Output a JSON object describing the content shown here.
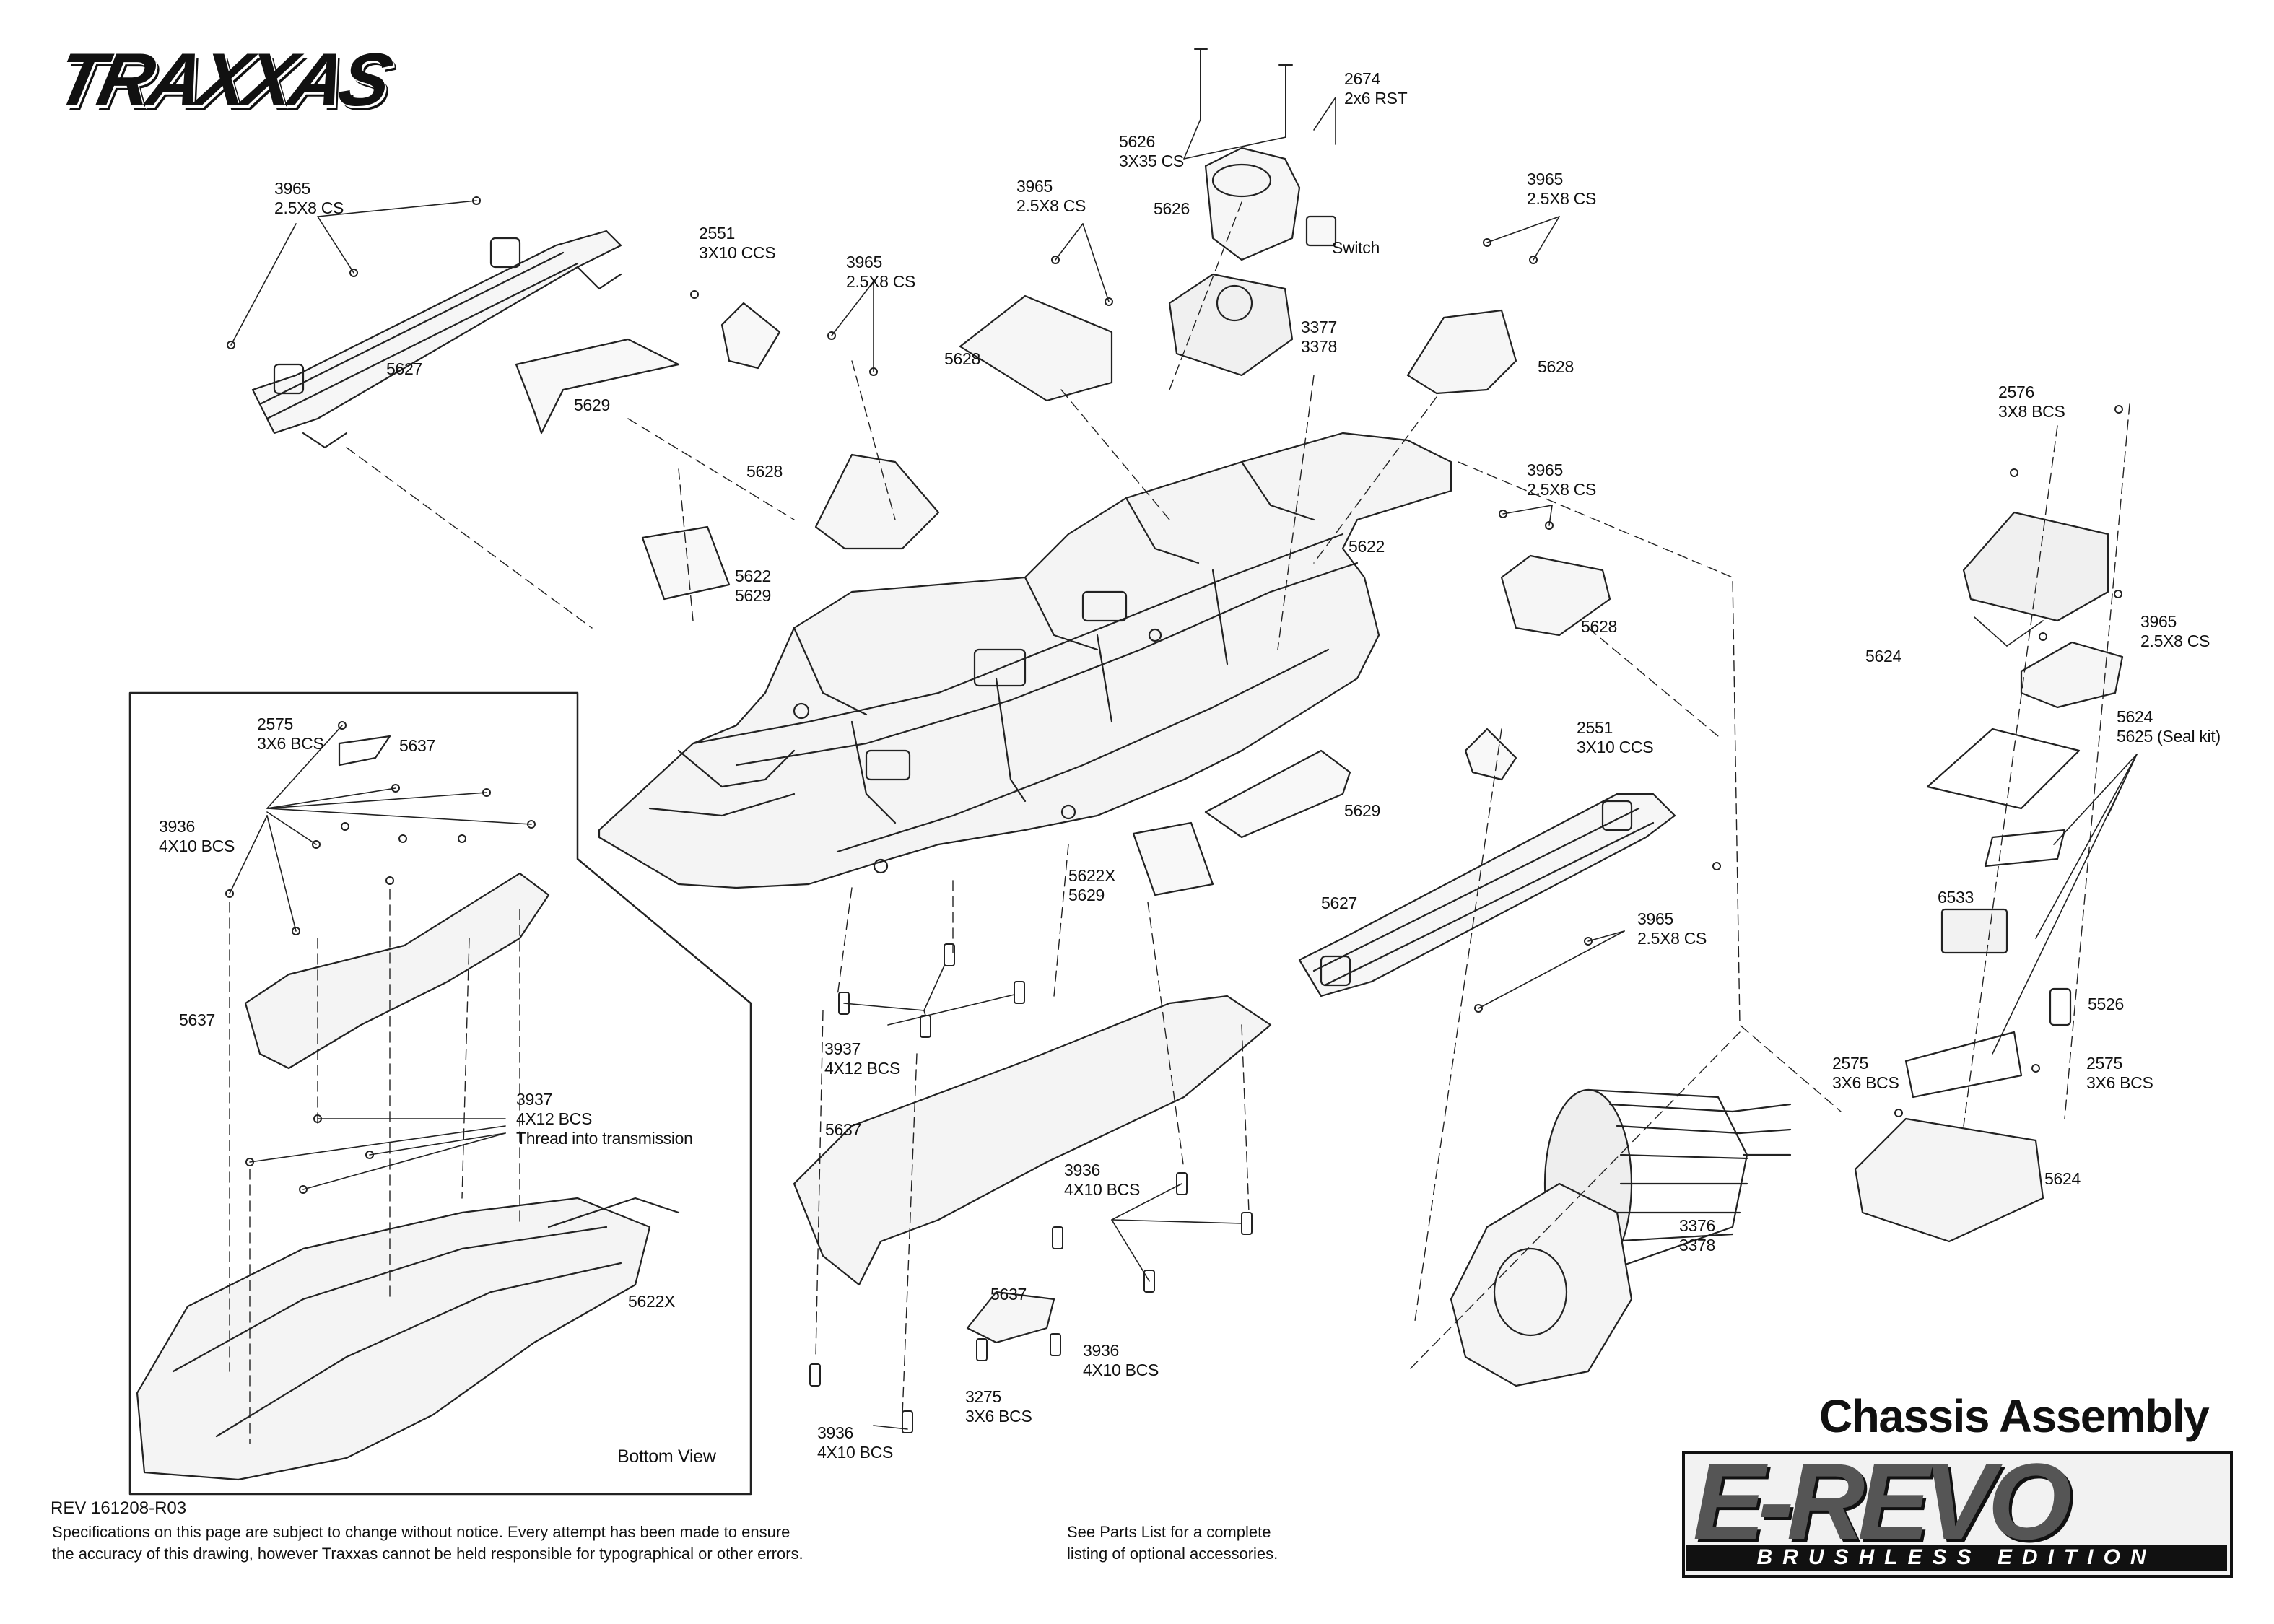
{
  "brand": {
    "logo": "TRAXXAS",
    "title": "Chassis Assembly",
    "model_main": "E-REVO",
    "model_sub": "BRUSHLESS EDITION"
  },
  "footer": {
    "rev": "REV 161208-R03",
    "disclaimer_1": "Specifications on this page are subject to change without notice.  Every attempt has been made to ensure",
    "disclaimer_2": "the accuracy of this drawing, however Traxxas cannot be held responsible for typographical or other errors.",
    "parts_note_1": "See Parts List for a complete",
    "parts_note_2": "listing of optional accessories."
  },
  "inset": {
    "caption": "Bottom View"
  },
  "labels": [
    {
      "id": "l-3965-a",
      "lines": [
        "3965",
        "2.5X8 CS"
      ]
    },
    {
      "id": "l-5627-a",
      "lines": [
        "5627"
      ]
    },
    {
      "id": "l-2551-a",
      "lines": [
        "2551",
        "3X10 CCS"
      ]
    },
    {
      "id": "l-5629-a",
      "lines": [
        "5629"
      ]
    },
    {
      "id": "l-3965-b",
      "lines": [
        "3965",
        "2.5X8 CS"
      ]
    },
    {
      "id": "l-3965-c",
      "lines": [
        "3965",
        "2.5X8 CS"
      ]
    },
    {
      "id": "l-5628-a",
      "lines": [
        "5628"
      ]
    },
    {
      "id": "l-5626-a",
      "lines": [
        "5626",
        "3X35 CS"
      ]
    },
    {
      "id": "l-2674",
      "lines": [
        "2674",
        "2x6 RST"
      ]
    },
    {
      "id": "l-5626-b",
      "lines": [
        "5626"
      ]
    },
    {
      "id": "l-switch",
      "lines": [
        "Switch"
      ]
    },
    {
      "id": "l-3377",
      "lines": [
        "3377",
        "3378"
      ]
    },
    {
      "id": "l-3965-d",
      "lines": [
        "3965",
        "2.5X8 CS"
      ]
    },
    {
      "id": "l-5628-b",
      "lines": [
        "5628"
      ]
    },
    {
      "id": "l-5628-c",
      "lines": [
        "5628"
      ]
    },
    {
      "id": "l-5622-a",
      "lines": [
        "5622",
        "5629"
      ]
    },
    {
      "id": "l-5622-b",
      "lines": [
        "5622"
      ]
    },
    {
      "id": "l-3965-e",
      "lines": [
        "3965",
        "2.5X8 CS"
      ]
    },
    {
      "id": "l-5628-d",
      "lines": [
        "5628"
      ]
    },
    {
      "id": "l-2576",
      "lines": [
        "2576",
        "3X8 BCS"
      ]
    },
    {
      "id": "l-3965-f",
      "lines": [
        "3965",
        "2.5X8 CS"
      ]
    },
    {
      "id": "l-5624-a",
      "lines": [
        "5624"
      ]
    },
    {
      "id": "l-5624-b",
      "lines": [
        "5624",
        "5625 (Seal kit)"
      ]
    },
    {
      "id": "l-2551-b",
      "lines": [
        "2551",
        "3X10 CCS"
      ]
    },
    {
      "id": "l-5629-b",
      "lines": [
        "5629"
      ]
    },
    {
      "id": "l-5622x-a",
      "lines": [
        "5622X",
        "5629"
      ]
    },
    {
      "id": "l-5627-b",
      "lines": [
        "5627"
      ]
    },
    {
      "id": "l-3965-g",
      "lines": [
        "3965",
        "2.5X8 CS"
      ]
    },
    {
      "id": "l-6533",
      "lines": [
        "6533"
      ]
    },
    {
      "id": "l-5526",
      "lines": [
        "5526"
      ]
    },
    {
      "id": "l-2575-a",
      "lines": [
        "2575",
        "3X6 BCS"
      ]
    },
    {
      "id": "l-2575-b",
      "lines": [
        "2575",
        "3X6 BCS"
      ]
    },
    {
      "id": "l-5624-c",
      "lines": [
        "5624"
      ]
    },
    {
      "id": "l-3376",
      "lines": [
        "3376",
        "3378"
      ]
    },
    {
      "id": "l-3937-a",
      "lines": [
        "3937",
        "4X12 BCS"
      ]
    },
    {
      "id": "l-5637-a",
      "lines": [
        "5637"
      ]
    },
    {
      "id": "l-3936-a",
      "lines": [
        "3936",
        "4X10 BCS"
      ]
    },
    {
      "id": "l-5637-b",
      "lines": [
        "5637"
      ]
    },
    {
      "id": "l-3936-b",
      "lines": [
        "3936",
        "4X10 BCS"
      ]
    },
    {
      "id": "l-3275",
      "lines": [
        "3275",
        "3X6 BCS"
      ]
    },
    {
      "id": "l-3936-c",
      "lines": [
        "3936",
        "4X10 BCS"
      ]
    },
    {
      "id": "l-2575-c",
      "lines": [
        "2575",
        "3X6 BCS"
      ]
    },
    {
      "id": "l-5637-c",
      "lines": [
        "5637"
      ]
    },
    {
      "id": "l-3936-d",
      "lines": [
        "3936",
        "4X10 BCS"
      ]
    },
    {
      "id": "l-5637-d",
      "lines": [
        "5637"
      ]
    },
    {
      "id": "l-3937-b",
      "lines": [
        "3937",
        "4X12 BCS",
        "Thread into transmission"
      ]
    },
    {
      "id": "l-5622x-b",
      "lines": [
        "5622X"
      ]
    }
  ]
}
